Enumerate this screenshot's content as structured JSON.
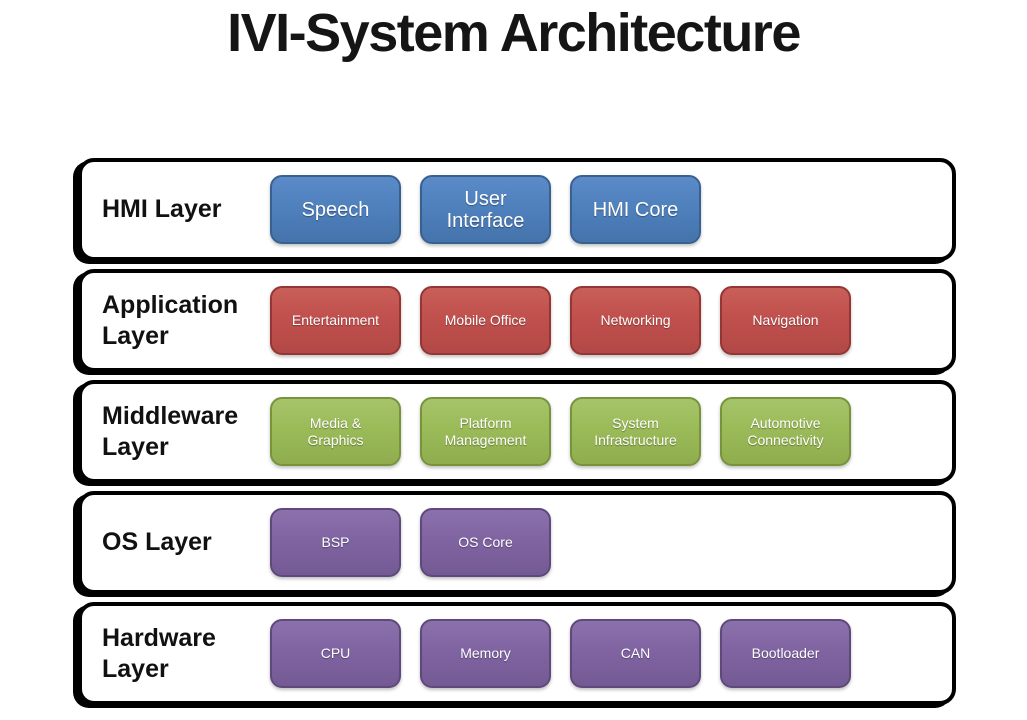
{
  "title": "IVI-System Architecture",
  "palette": {
    "background": "#FFFFFF",
    "row_border": "#000000",
    "label_text": "#111111",
    "box_text": "#FFFFFF",
    "blue_fill": "#4F81BD",
    "blue_border": "#39618F",
    "red_fill": "#C0504D",
    "red_border": "#943634",
    "green_fill": "#9BBB59",
    "green_border": "#77933C",
    "purple_fill": "#8064A2",
    "purple_border": "#5F497A"
  },
  "layers": [
    {
      "label": "HMI Layer",
      "color": "blue",
      "boxes": [
        "Speech",
        "User Interface",
        "HMI Core"
      ]
    },
    {
      "label": "Application Layer",
      "color": "red",
      "boxes": [
        "Entertainment",
        "Mobile Office",
        "Networking",
        "Navigation"
      ]
    },
    {
      "label": "Middleware Layer",
      "color": "green",
      "boxes": [
        "Media & Graphics",
        "Platform Management",
        "System Infrastructure",
        "Automotive Connectivity"
      ]
    },
    {
      "label": "OS Layer",
      "color": "purple",
      "boxes": [
        "BSP",
        "OS Core"
      ]
    },
    {
      "label": "Hardware Layer",
      "color": "purple",
      "boxes": [
        "CPU",
        "Memory",
        "CAN",
        "Bootloader"
      ]
    }
  ]
}
